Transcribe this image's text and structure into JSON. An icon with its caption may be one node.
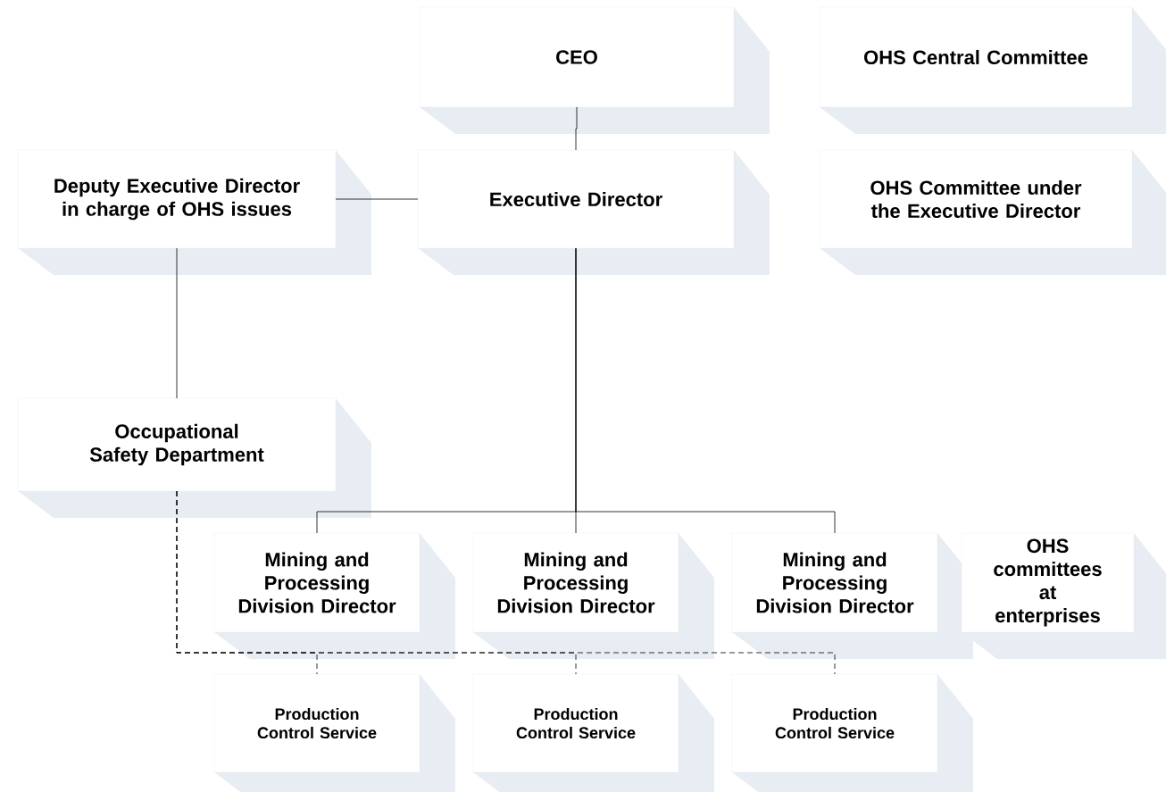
{
  "diagram": {
    "nodes": [
      {
        "text": [
          "CEO"
        ]
      },
      {
        "text": [
          "OHS Central Committee"
        ]
      },
      {
        "text": [
          "Deputy Executive Director in charge of OHS issues"
        ]
      },
      {
        "text": [
          "Executive Director"
        ]
      },
      {
        "text": [
          "OHS Committee under the Executive Director"
        ]
      },
      {
        "text": [
          "Occupational Safety Department"
        ]
      },
      {
        "text": [
          "Mining and Processing Division Director"
        ]
      },
      {
        "text": [
          "Mining and Processing Division Director"
        ]
      },
      {
        "text": [
          "Mining and Processing Division Director"
        ]
      },
      {
        "text": [
          "OHS committees at enterprises"
        ]
      },
      {
        "text": [
          "Production Control Service"
        ]
      },
      {
        "text": [
          "Production Control Service"
        ]
      },
      {
        "text": [
          "Production Control Service"
        ]
      }
    ],
    "edges": [
      {
        "from": 0,
        "to": 3,
        "arrow": "none"
      },
      {
        "from": 2,
        "to": 3,
        "arrow": "none"
      },
      {
        "from": 2,
        "to": 5,
        "arrow": "none"
      },
      {
        "from": 3,
        "to": 6,
        "arrow": "none"
      },
      {
        "from": 3,
        "to": 7,
        "arrow": "none"
      },
      {
        "from": 3,
        "to": 8,
        "arrow": "none"
      },
      {
        "from": 5,
        "to": 10,
        "arrow": "none",
        "style": "dashed"
      },
      {
        "from": 5,
        "to": 11,
        "arrow": "none",
        "style": "dashed"
      },
      {
        "from": 5,
        "to": 12,
        "arrow": "none",
        "style": "dashed"
      }
    ]
  }
}
